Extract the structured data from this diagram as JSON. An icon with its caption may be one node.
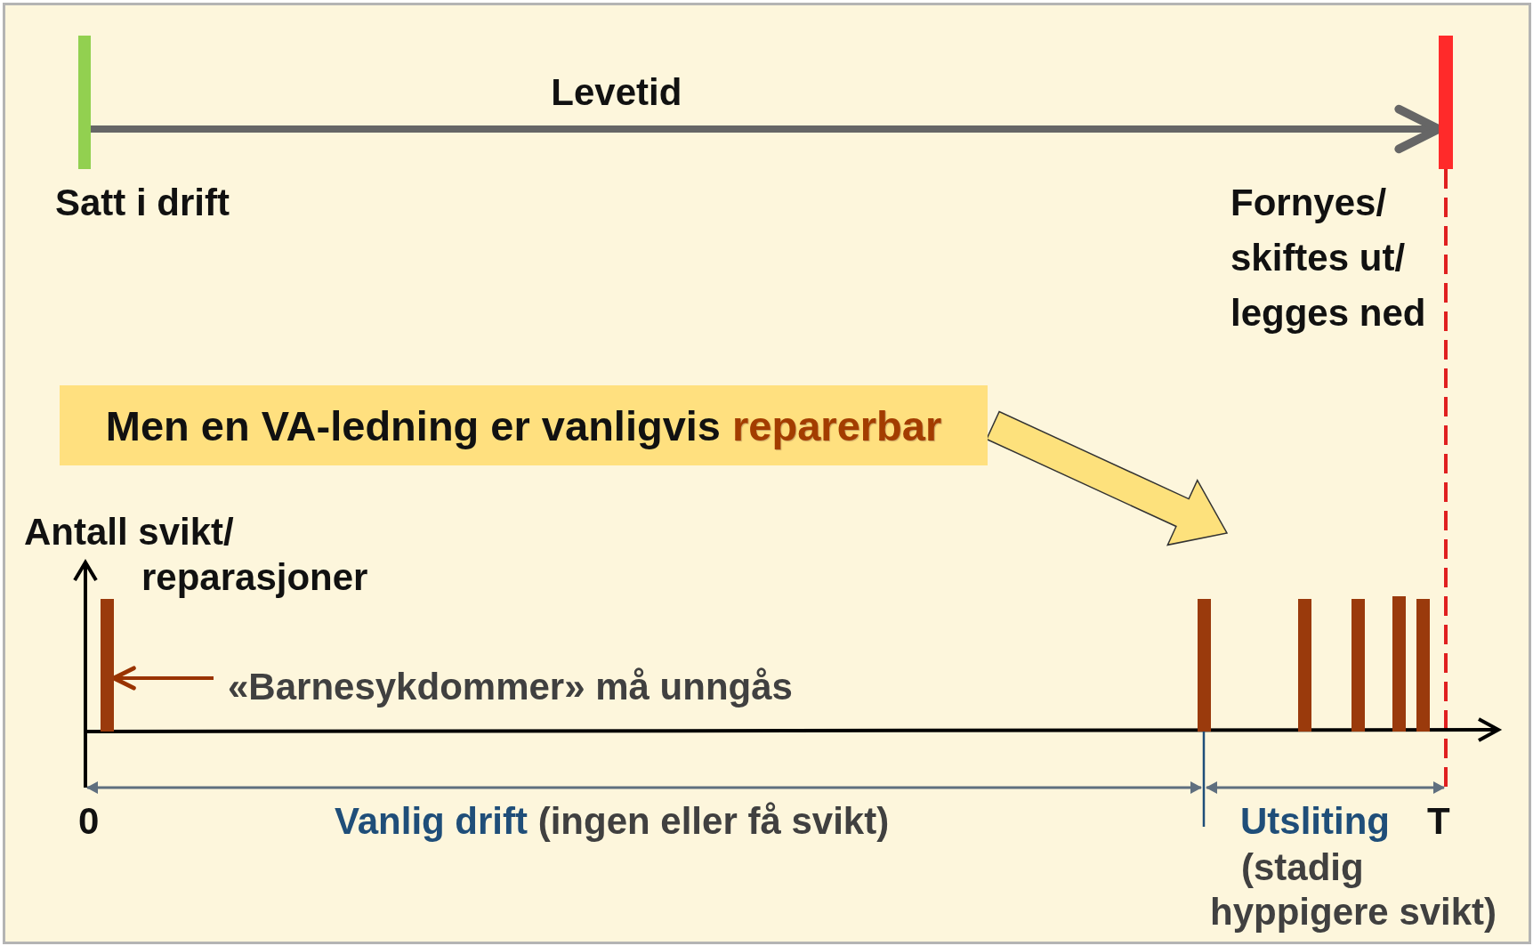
{
  "diagram": {
    "nodes": [
      {
        "text": [],
        "shape": "bar",
        "beside": [
          "Satt i drift"
        ]
      },
      {
        "text": [],
        "shape": "bar",
        "beside": [
          "Fornyes/ skiftes ut/ legges ned"
        ]
      },
      {
        "text": [
          "Men en VA-ledning er vanligvis **reparerbar**"
        ]
      },
      {
        "text": [
          "«Barnesykdommer» må unngås"
        ]
      },
      {
        "text": [],
        "shape": "bar"
      },
      {
        "text": [],
        "shape": "bar"
      },
      {
        "text": [],
        "shape": "bar"
      },
      {
        "text": [],
        "shape": "bar"
      },
      {
        "text": [],
        "shape": "bar"
      },
      {
        "text": [],
        "shape": "bar"
      }
    ],
    "edges": [
      {
        "from": 0,
        "to": 1,
        "arrow": "to",
        "label": "Levetid",
        "style": "thick",
        "color": "#666666"
      },
      {
        "from": 2,
        "to": null,
        "arrow": "to",
        "style": "thick",
        "color": "#fde17c"
      },
      {
        "from": 3,
        "to": 4,
        "arrow": "to",
        "color": "#993300"
      }
    ],
    "labels": [
      "Antall svikt/ reparasjoner",
      "0",
      "**Vanlig drift** (ingen eller få svikt)",
      "Utsliting",
      "T",
      "(stadig hyppigere svikt)"
    ]
  }
}
